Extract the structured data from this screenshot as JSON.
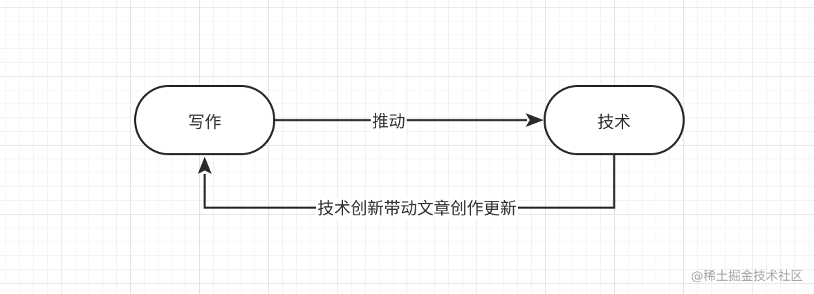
{
  "diagram": {
    "nodes": [
      {
        "id": "write",
        "label": "写作"
      },
      {
        "id": "tech",
        "label": "技术"
      }
    ],
    "edges": [
      {
        "from": "write",
        "to": "tech",
        "label": "推动"
      },
      {
        "from": "tech",
        "to": "write",
        "label": "技术创新带动文章创作更新"
      }
    ],
    "line_color": "#2b2b2b"
  },
  "watermark": "@稀土掘金技术社区"
}
